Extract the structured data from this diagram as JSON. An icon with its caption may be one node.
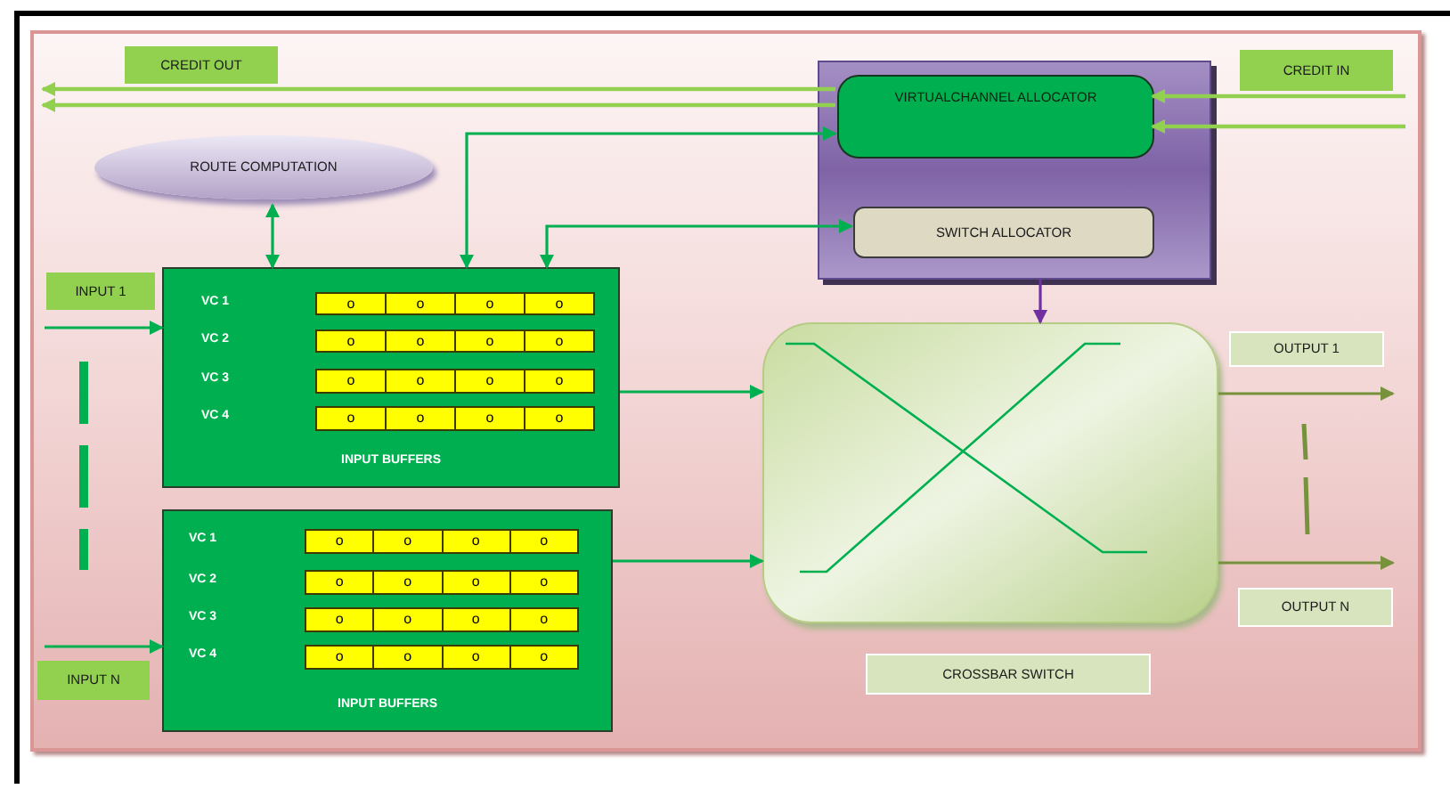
{
  "diagram": {
    "nodes": [
      {
        "text": [
          "CREDIT OUT"
        ]
      },
      {
        "text": [
          "CREDIT IN"
        ]
      },
      {
        "text": [
          "ROUTE COMPUTATION"
        ]
      },
      {
        "text": [],
        "shape": "box"
      },
      {
        "text": [
          "VIRTUALCHANNEL ALLOCATOR"
        ],
        "in": 3
      },
      {
        "text": [
          "SWITCH ALLOCATOR"
        ],
        "in": 3
      },
      {
        "text": [
          "INPUT BUFFERS"
        ]
      },
      {
        "text": [
          "o",
          "o",
          "o",
          "o"
        ],
        "in": 6
      },
      {
        "text": [
          "o",
          "o",
          "o",
          "o"
        ],
        "in": 6
      },
      {
        "text": [
          "o",
          "o",
          "o",
          "o"
        ],
        "in": 6
      },
      {
        "text": [
          "o",
          "o",
          "o",
          "o"
        ],
        "in": 6
      },
      {
        "text": [
          "INPUT BUFFERS"
        ]
      },
      {
        "text": [
          "o",
          "o",
          "o",
          "o"
        ],
        "in": 11
      },
      {
        "text": [
          "o",
          "o",
          "o",
          "o"
        ],
        "in": 11
      },
      {
        "text": [
          "o",
          "o",
          "o",
          "o"
        ],
        "in": 11
      },
      {
        "text": [
          "o",
          "o",
          "o",
          "o"
        ],
        "in": 11
      },
      {
        "text": [
          "INPUT 1"
        ]
      },
      {
        "text": [
          "INPUT N"
        ]
      },
      {
        "text": [],
        "shape": "box"
      },
      {
        "text": [
          "CROSSBAR SWITCH"
        ]
      },
      {
        "text": [
          "OUTPUT 1"
        ]
      },
      {
        "text": [
          "OUTPUT N"
        ]
      }
    ],
    "edges": [
      {
        "from": 4,
        "to": null,
        "arrow": "to",
        "color": "#92d050"
      },
      {
        "from": 4,
        "to": null,
        "arrow": "to",
        "color": "#92d050"
      },
      {
        "from": 1,
        "to": 4,
        "arrow": "to",
        "color": "#92d050"
      },
      {
        "from": 1,
        "to": 4,
        "arrow": "to",
        "color": "#92d050"
      },
      {
        "from": 2,
        "to": 6,
        "arrow": "both"
      },
      {
        "from": 6,
        "to": 4,
        "arrow": "both"
      },
      {
        "from": 6,
        "to": 5,
        "arrow": "both"
      },
      {
        "from": 16,
        "to": 6,
        "arrow": "to"
      },
      {
        "from": 17,
        "to": 11,
        "arrow": "to"
      },
      {
        "from": 6,
        "to": 18,
        "arrow": "to"
      },
      {
        "from": 11,
        "to": 18,
        "arrow": "to"
      },
      {
        "from": 3,
        "to": 18,
        "arrow": "to",
        "color": "#7030a0"
      },
      {
        "from": 18,
        "to": 20,
        "arrow": "to",
        "color": "#76923c"
      },
      {
        "from": 18,
        "to": 21,
        "arrow": "to",
        "color": "#76923c"
      }
    ],
    "labels": [
      "VC 1",
      "VC 2",
      "VC 3",
      "VC 4",
      "VC 1",
      "VC 2",
      "VC 3",
      "VC 4"
    ]
  }
}
